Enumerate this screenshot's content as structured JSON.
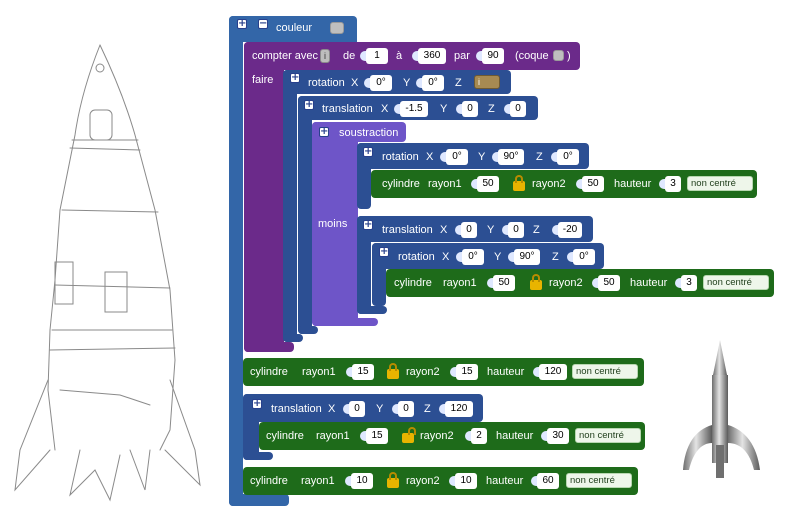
{
  "colors": {
    "dark_blue": "#2c4f93",
    "mid_blue": "#3366a8",
    "purple": "#6b2a8a",
    "violet": "#6e55c8",
    "green": "#1e6b1a",
    "lock": "#e8b400"
  },
  "couleur": {
    "label": "couleur"
  },
  "loop": {
    "label": "compter avec",
    "var": "i",
    "de": "de",
    "from": "1",
    "a": "à",
    "to": "360",
    "par": "par",
    "step": "90",
    "coque": "(coque",
    "coque_close": ")",
    "faire": "faire"
  },
  "rot1": {
    "label": "rotation",
    "x_lbl": "X",
    "x": "0°",
    "y_lbl": "Y",
    "y": "0°",
    "z_lbl": "Z",
    "z_var": "i"
  },
  "trans1": {
    "label": "translation",
    "x_lbl": "X",
    "x": "-1.5",
    "y_lbl": "Y",
    "y": "0",
    "z_lbl": "Z",
    "z": "0"
  },
  "sub": {
    "label": "soustraction",
    "moins": "moins"
  },
  "rot2": {
    "label": "rotation",
    "x_lbl": "X",
    "x": "0°",
    "y_lbl": "Y",
    "y": "90°",
    "z_lbl": "Z",
    "z": "0°"
  },
  "cyl1": {
    "label": "cylindre",
    "r1_lbl": "rayon1",
    "r1": "50",
    "r2_lbl": "rayon2",
    "r2": "50",
    "h_lbl": "hauteur",
    "h": "3",
    "centre": "non centré"
  },
  "trans2": {
    "label": "translation",
    "x_lbl": "X",
    "x": "0",
    "y_lbl": "Y",
    "y": "0",
    "z_lbl": "Z",
    "z": "-20"
  },
  "rot3": {
    "label": "rotation",
    "x_lbl": "X",
    "x": "0°",
    "y_lbl": "Y",
    "y": "90°",
    "z_lbl": "Z",
    "z": "0°"
  },
  "cyl2": {
    "label": "cylindre",
    "r1_lbl": "rayon1",
    "r1": "50",
    "r2_lbl": "rayon2",
    "r2": "50",
    "h_lbl": "hauteur",
    "h": "3",
    "centre": "non centré"
  },
  "cyl3": {
    "label": "cylindre",
    "r1_lbl": "rayon1",
    "r1": "15",
    "r2_lbl": "rayon2",
    "r2": "15",
    "h_lbl": "hauteur",
    "h": "120",
    "centre": "non centré"
  },
  "trans3": {
    "label": "translation",
    "x_lbl": "X",
    "x": "0",
    "y_lbl": "Y",
    "y": "0",
    "z_lbl": "Z",
    "z": "120"
  },
  "cyl4": {
    "label": "cylindre",
    "r1_lbl": "rayon1",
    "r1": "15",
    "r2_lbl": "rayon2",
    "r2": "2",
    "h_lbl": "hauteur",
    "h": "30",
    "centre": "non centré"
  },
  "cyl5": {
    "label": "cylindre",
    "r1_lbl": "rayon1",
    "r1": "10",
    "r2_lbl": "rayon2",
    "r2": "10",
    "h_lbl": "hauteur",
    "h": "60",
    "centre": "non centré"
  }
}
